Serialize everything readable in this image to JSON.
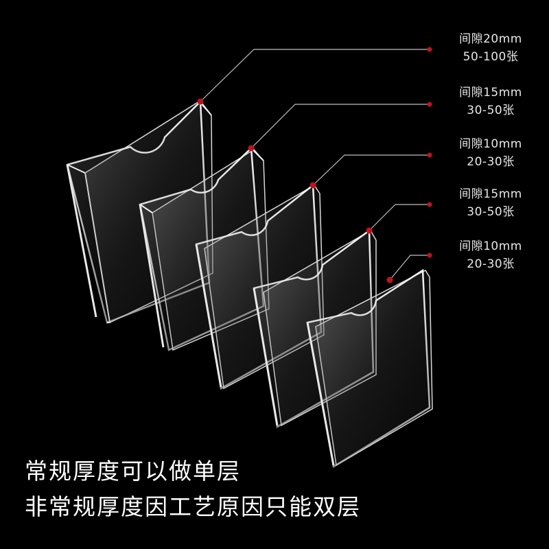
{
  "colors": {
    "background": "#000000",
    "leader_dot": "#c0141e",
    "leader_line": "#bfbfbf",
    "acrylic_edge": "#e6e6e6",
    "acrylic_face": "#8a8a8a",
    "text": "#ffffff"
  },
  "specs": [
    {
      "gap": "间隙20mm",
      "capacity": "50-100张"
    },
    {
      "gap": "间隙15mm",
      "capacity": "30-50张"
    },
    {
      "gap": "间隙10mm",
      "capacity": "20-30张"
    },
    {
      "gap": "间隙15mm",
      "capacity": "30-50张"
    },
    {
      "gap": "间隙10mm",
      "capacity": "20-30张"
    }
  ],
  "captions": {
    "line1": "常规厚度可以做单层",
    "line2": "非常规厚度因工艺原因只能双层"
  }
}
